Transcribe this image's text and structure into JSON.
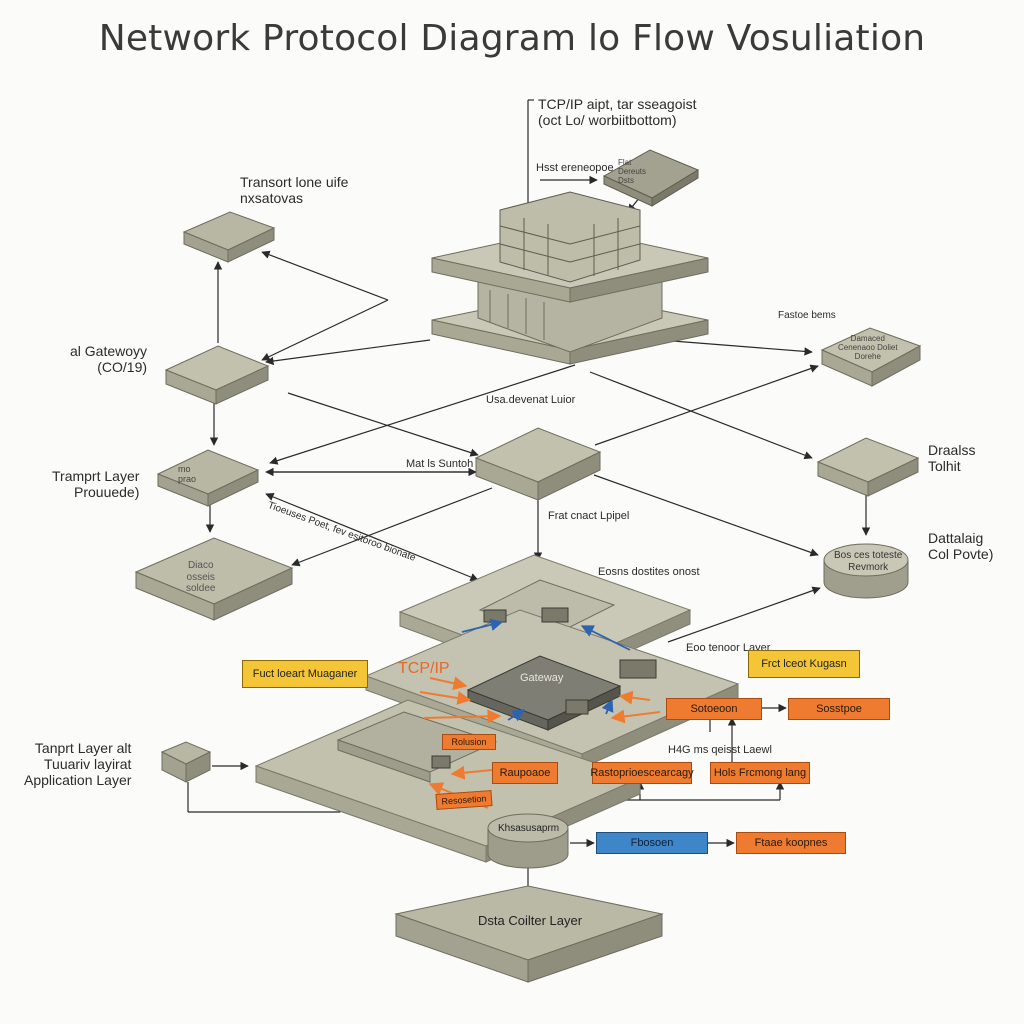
{
  "title": "Network Protocol Diagram lo Flow Vosuliation",
  "labels": {
    "tcpip_top": "TCP/IP aipt, tar sseagoist\n(oct Lo/ worbiitbottom)",
    "host_ref": "Hsst ereneopoe",
    "transport_top": "Transort lone uife\nnxsatovas",
    "gateway_left": "al Gatewoyy\n(CO/19)",
    "transport_left": "Tramprt Layer\nProuuede)",
    "application_left": "Tanprt Layer alt\nTuuariv layirat\nApplication Layer",
    "usa_layer": "Usa.devenat Luior",
    "mat_sontol": "Mat ls Suntoh",
    "fruct_layer": "Frat cnact Lpipel",
    "diag_dotted": "Tioeuses Poet, fev esitoroo bionate",
    "rasto_deme": "Fastoe bems",
    "draalss": "Draalss\nTolhit",
    "dattalaig": "Dattalaig\nCol Povte)",
    "eosns": "Eosns dostites onost",
    "eor_layer": "Eoo tenoor Layer",
    "hag_layer": "H4G ms qeisst Laewl",
    "tcpip_orange": "TCP/IP"
  },
  "nodes": {
    "top_cube_chip": "Flat\nDereuts\nDsts",
    "left_top_cube": "",
    "gateway_cube": "",
    "transport_cube": "mo\nprao",
    "dial_cube": "Diaco\nosseis\nsoldee",
    "center_cube": "",
    "right_mid_box": "Damaced\nCenenaoo Doliet\nDorehe",
    "right_cube": "",
    "cylinder_right": "Bos ces toteste\nRevmork",
    "gateway_center": "Gateway",
    "cylinder_bottom": "Khsasusaprm",
    "bottom_plate": "Dsta Coilter Layer"
  },
  "tags": {
    "yellow_left": "Fuct loeart Muaganer",
    "yellow_right": "Frct lceot Kugasn",
    "orange_1": "Sotoeoon",
    "orange_2": "Sosstpoe",
    "orange_3": "Raupoaoe",
    "orange_4": "Rastoprioescearcagy",
    "orange_5": "Hols Frcmong lang",
    "orange_small_1": "Rolusion",
    "orange_small_2": "Resosetion",
    "blue_1": "Fbosoen",
    "orange_6": "Ftaae koopnes"
  },
  "colors": {
    "slab_top": "#c9c8b6",
    "slab_left": "#a9a895",
    "slab_right": "#8f8e7c",
    "dark_top": "#7e7e74",
    "orange": "#ee7b30",
    "yellow": "#f4c537",
    "blue": "#3f86c9",
    "arrow": "#2a2a2a"
  }
}
